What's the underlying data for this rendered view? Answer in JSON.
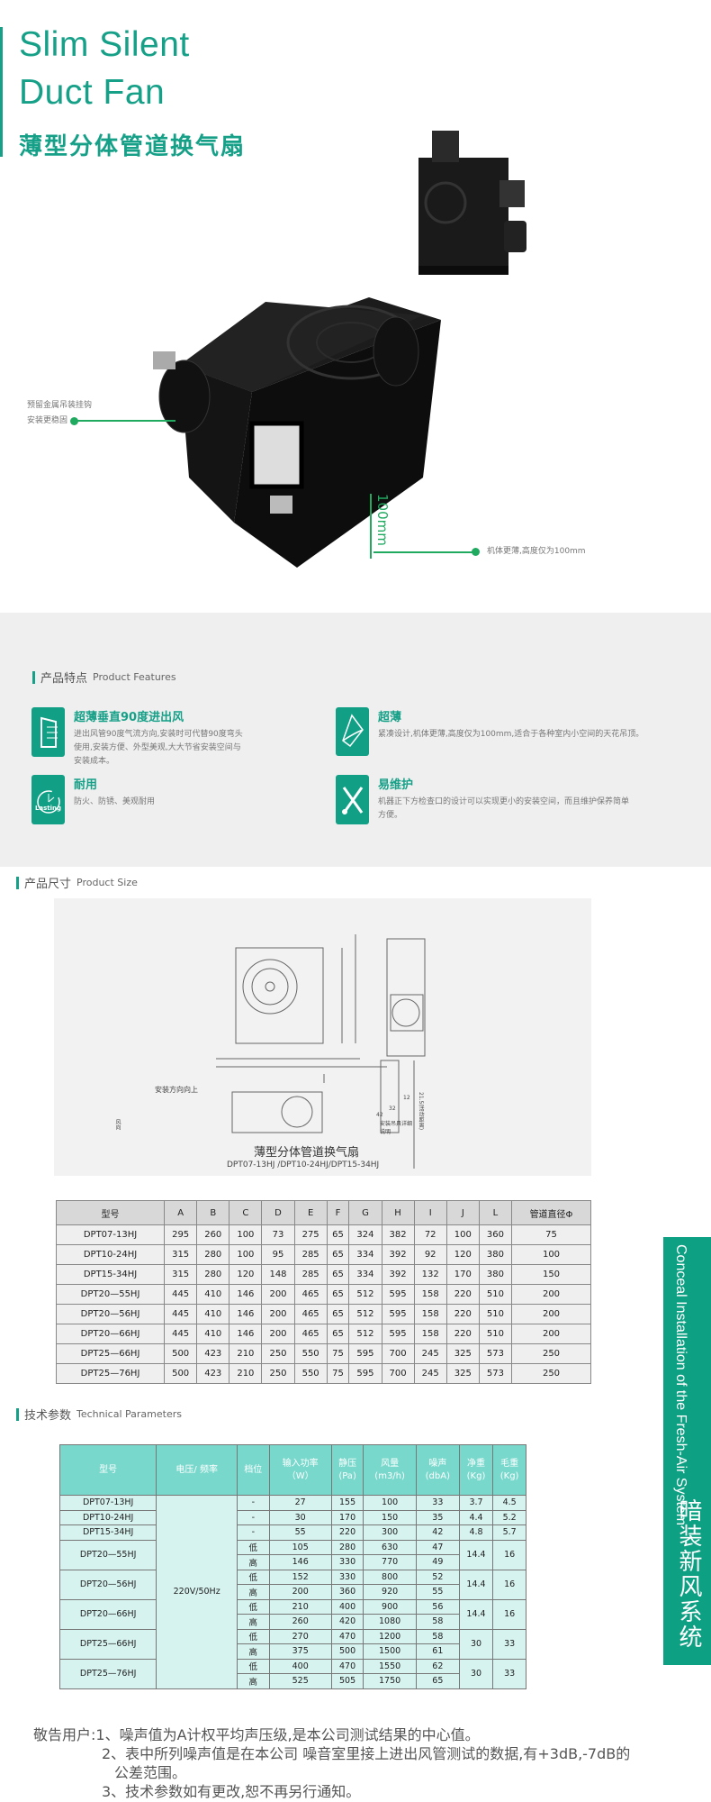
{
  "header": {
    "title_line1": "Slim Silent",
    "title_line2": "Duct Fan",
    "title_cn": "薄型分体管道换气扇"
  },
  "callouts": {
    "hook_line1": "预留金属吊装挂钩",
    "hook_line2": "安装更稳固",
    "height_note": "机体更薄,高度仅为100mm",
    "height_dim": "100mm"
  },
  "features": {
    "heading_cn": "产品特点",
    "heading_en": "Product Features",
    "items": [
      {
        "icon": "door-airflow-icon",
        "title": "超薄垂直90度进出风",
        "desc": "进出风管90度气流方向,安装时可代替90度弯头使用,安装方便、外型美观,大大节省安装空间与安装成本。"
      },
      {
        "icon": "thin-sheet-icon",
        "title": "超薄",
        "desc": "紧凑设计,机体更薄,高度仅为100mm,适合于各种室内小空间的天花吊顶。"
      },
      {
        "icon": "lasting-clock-icon",
        "icon_text": "Lasting",
        "title": "耐用",
        "desc": "防火、防锈、美观耐用"
      },
      {
        "icon": "tools-icon",
        "title": "易维护",
        "desc": "机器正下方检查口的设计可以实现更小的安装空间，而且维护保养简单方便。"
      }
    ]
  },
  "size": {
    "heading_cn": "产品尺寸",
    "heading_en": "Product Size",
    "diagram_title": "薄型分体管道换气扇",
    "diagram_models": "DPT07-13HJ /DPT10-24HJ/DPT15-34HJ",
    "diagram_labels": {
      "up": "安装方向向上",
      "hanger": "安装吊具详细说明",
      "travel": "21.5(活动距离)",
      "wind": "风向",
      "d42": "42",
      "d12": "12",
      "d32": "32"
    }
  },
  "size_table": {
    "headers": [
      "型号",
      "A",
      "B",
      "C",
      "D",
      "E",
      "F",
      "G",
      "H",
      "I",
      "J",
      "L",
      "管道直径Φ"
    ],
    "rows": [
      [
        "DPT07-13HJ",
        "295",
        "260",
        "100",
        "73",
        "275",
        "65",
        "324",
        "382",
        "72",
        "100",
        "360",
        "75"
      ],
      [
        "DPT10-24HJ",
        "315",
        "280",
        "100",
        "95",
        "285",
        "65",
        "334",
        "392",
        "92",
        "120",
        "380",
        "100"
      ],
      [
        "DPT15-34HJ",
        "315",
        "280",
        "120",
        "148",
        "285",
        "65",
        "334",
        "392",
        "132",
        "170",
        "380",
        "150"
      ],
      [
        "DPT20—55HJ",
        "445",
        "410",
        "146",
        "200",
        "465",
        "65",
        "512",
        "595",
        "158",
        "220",
        "510",
        "200"
      ],
      [
        "DPT20—56HJ",
        "445",
        "410",
        "146",
        "200",
        "465",
        "65",
        "512",
        "595",
        "158",
        "220",
        "510",
        "200"
      ],
      [
        "DPT20—66HJ",
        "445",
        "410",
        "146",
        "200",
        "465",
        "65",
        "512",
        "595",
        "158",
        "220",
        "510",
        "200"
      ],
      [
        "DPT25—66HJ",
        "500",
        "423",
        "210",
        "250",
        "550",
        "75",
        "595",
        "700",
        "245",
        "325",
        "573",
        "250"
      ],
      [
        "DPT25—76HJ",
        "500",
        "423",
        "210",
        "250",
        "550",
        "75",
        "595",
        "700",
        "245",
        "325",
        "573",
        "250"
      ]
    ]
  },
  "tech": {
    "heading_cn": "技术参数",
    "heading_en": "Technical Parameters",
    "headers": [
      [
        "型号"
      ],
      [
        "电压/ 频率"
      ],
      [
        "档位"
      ],
      [
        "输入功率",
        "（W）"
      ],
      [
        "静压",
        "(Pa)"
      ],
      [
        "风量",
        "(m3/h)"
      ],
      [
        "噪声",
        "(dbA)"
      ],
      [
        "净重",
        "(Kg)"
      ],
      [
        "毛重",
        "(Kg)"
      ]
    ],
    "voltage": "220V/50Hz",
    "models": [
      {
        "model": "DPT07-13HJ",
        "net": "3.7",
        "gross": "4.5",
        "rows": [
          [
            "-",
            "27",
            "155",
            "100",
            "33"
          ]
        ]
      },
      {
        "model": "DPT10-24HJ",
        "net": "4.4",
        "gross": "5.2",
        "rows": [
          [
            "-",
            "30",
            "170",
            "150",
            "35"
          ]
        ]
      },
      {
        "model": "DPT15-34HJ",
        "net": "4.8",
        "gross": "5.7",
        "rows": [
          [
            "-",
            "55",
            "220",
            "300",
            "42"
          ]
        ]
      },
      {
        "model": "DPT20—55HJ",
        "net": "14.4",
        "gross": "16",
        "rows": [
          [
            "低",
            "105",
            "280",
            "630",
            "47"
          ],
          [
            "高",
            "146",
            "330",
            "770",
            "49"
          ]
        ]
      },
      {
        "model": "DPT20—56HJ",
        "net": "14.4",
        "gross": "16",
        "rows": [
          [
            "低",
            "152",
            "330",
            "800",
            "52"
          ],
          [
            "高",
            "200",
            "360",
            "920",
            "55"
          ]
        ]
      },
      {
        "model": "DPT20—66HJ",
        "net": "14.4",
        "gross": "16",
        "rows": [
          [
            "低",
            "210",
            "400",
            "900",
            "56"
          ],
          [
            "高",
            "260",
            "420",
            "1080",
            "58"
          ]
        ]
      },
      {
        "model": "DPT25—66HJ",
        "net": "30",
        "gross": "33",
        "rows": [
          [
            "低",
            "270",
            "470",
            "1200",
            "58"
          ],
          [
            "高",
            "375",
            "500",
            "1500",
            "61"
          ]
        ]
      },
      {
        "model": "DPT25—76HJ",
        "net": "30",
        "gross": "33",
        "rows": [
          [
            "低",
            "400",
            "470",
            "1550",
            "62"
          ],
          [
            "高",
            "525",
            "505",
            "1750",
            "65"
          ]
        ]
      }
    ]
  },
  "sidebar": {
    "en": "Conceal Installation of the Fresh-Air System",
    "cn": "暗装新风系统"
  },
  "notes": {
    "prefix": "敬告用户:",
    "n1": "1、噪声值为A计权平均声压级,是本公司测试结果的中心值。",
    "n2a": "2、表中所列噪声值是在本公司 噪音室里接上进出风管测试的数据,有+3dB,-7dB的",
    "n2b": "公差范围。",
    "n3": "3、技术参数如有更改,恕不再另行通知。"
  },
  "colors": {
    "accent": "#16a088",
    "callout_line": "#1faa60",
    "table_header": "#78d8cc",
    "table_cell": "#d6f3ef",
    "section_bg": "#efefef"
  }
}
